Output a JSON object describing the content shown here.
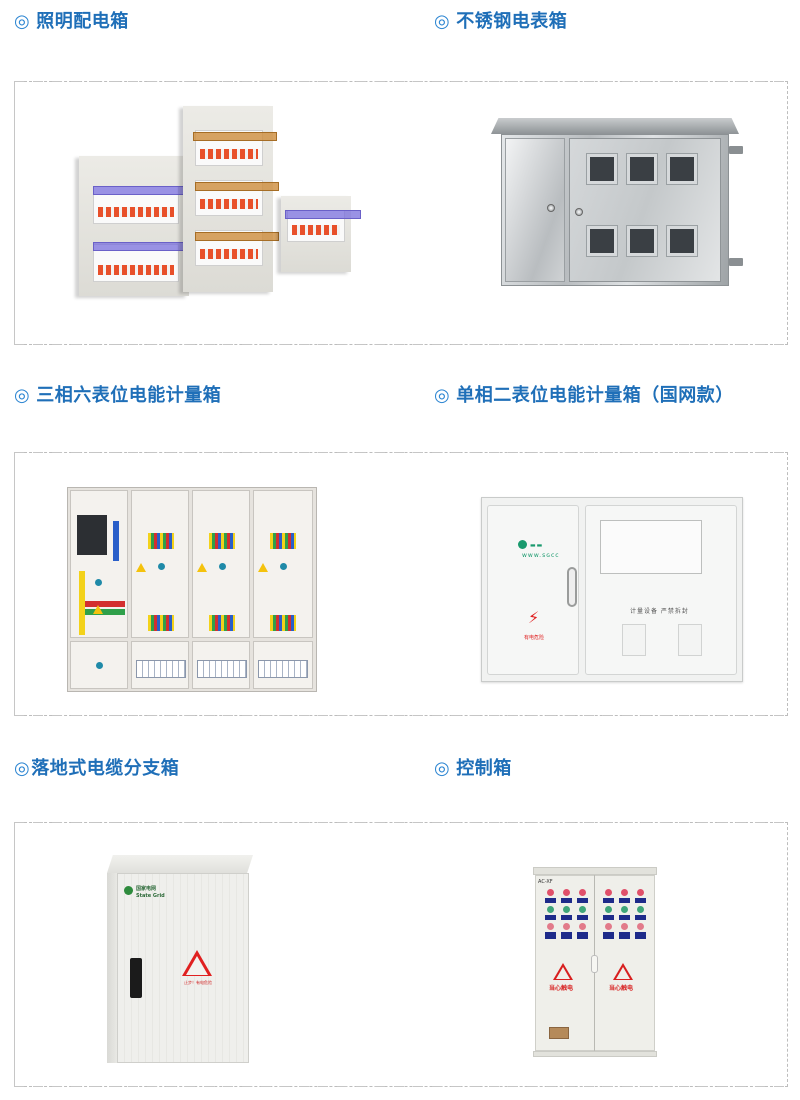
{
  "sections": [
    {
      "title": "照明配电箱",
      "marker": "◎",
      "image_alt": "Lighting distribution boxes with blue and amber transparent covers over orange breakers"
    },
    {
      "title": "不锈钢电表箱",
      "marker": "◎",
      "image_alt": "Stainless steel meter box with six meter windows"
    },
    {
      "title": "三相六表位电能计量箱",
      "marker": "◎",
      "image_alt": "Three-phase six-meter transparent energy metering box with colored wiring"
    },
    {
      "title": "单相二表位电能计量箱（国网款）",
      "marker": "◎",
      "image_alt": "Single-phase two-meter energy metering box, State Grid model",
      "image_text": {
        "seal_notice": "计量设备 严禁拆封",
        "danger": "有电危险"
      }
    },
    {
      "title": "落地式电缆分支箱",
      "marker": "◎",
      "image_alt": "Floor-standing cable branch box",
      "image_text": {
        "brand_cn": "国家电网",
        "brand_en": "State Grid",
        "warning": "止步！有电危险"
      }
    },
    {
      "title": "控制箱",
      "marker": "◎",
      "image_alt": "Control box with indicator lamps on two doors",
      "image_text": {
        "model": "AC-XF",
        "warning": "当心触电"
      }
    }
  ],
  "colors": {
    "title_blue": "#1f6fb8",
    "dash_border": "#c6c6c6"
  }
}
